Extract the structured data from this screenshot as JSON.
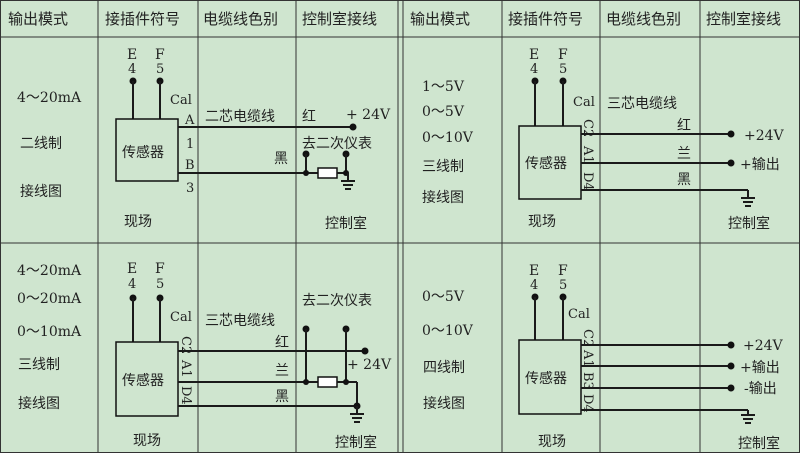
{
  "headers": [
    "输出模式",
    "接插件符号",
    "电缆线色别",
    "控制室接线"
  ],
  "common": {
    "sensor": "传感器",
    "site": "现场",
    "control_room": "控制室",
    "pin_e": "E",
    "pin_f": "F",
    "pin_4": "4",
    "pin_5": "5",
    "cal": "Cal"
  },
  "panel1": {
    "modes": [
      "4～20mA",
      "二线制",
      "接线图"
    ],
    "pins": [
      "A",
      "1",
      "B",
      "3"
    ],
    "cable": "二芯电缆线",
    "red": "红",
    "black": "黑",
    "supply": "+ 24V",
    "to_instrument": "去二次仪表"
  },
  "panel2": {
    "modes": [
      "1～5V",
      "0～5V",
      "0～10V",
      "三线制",
      "接线图"
    ],
    "pins": [
      "C2",
      "A1",
      "D4"
    ],
    "cable": "三芯电缆线",
    "red": "红",
    "blue": "兰",
    "black": "黑",
    "supply": "+24V",
    "output_pos": "+输出"
  },
  "panel3": {
    "modes": [
      "4～20mA",
      "0～20mA",
      "0～10mA",
      "三线制",
      "接线图"
    ],
    "pins": [
      "C2",
      "A1",
      "D4"
    ],
    "cable": "三芯电缆线",
    "red": "红",
    "blue": "兰",
    "black": "黑",
    "supply": "+ 24V",
    "to_instrument": "去二次仪表"
  },
  "panel4": {
    "modes": [
      "0～5V",
      "0～10V",
      "四线制",
      "接线图"
    ],
    "pins": [
      "C2",
      "A1",
      "B3",
      "D4"
    ],
    "supply": "+24V",
    "output_pos": "+输出",
    "output_neg": "-输出"
  }
}
